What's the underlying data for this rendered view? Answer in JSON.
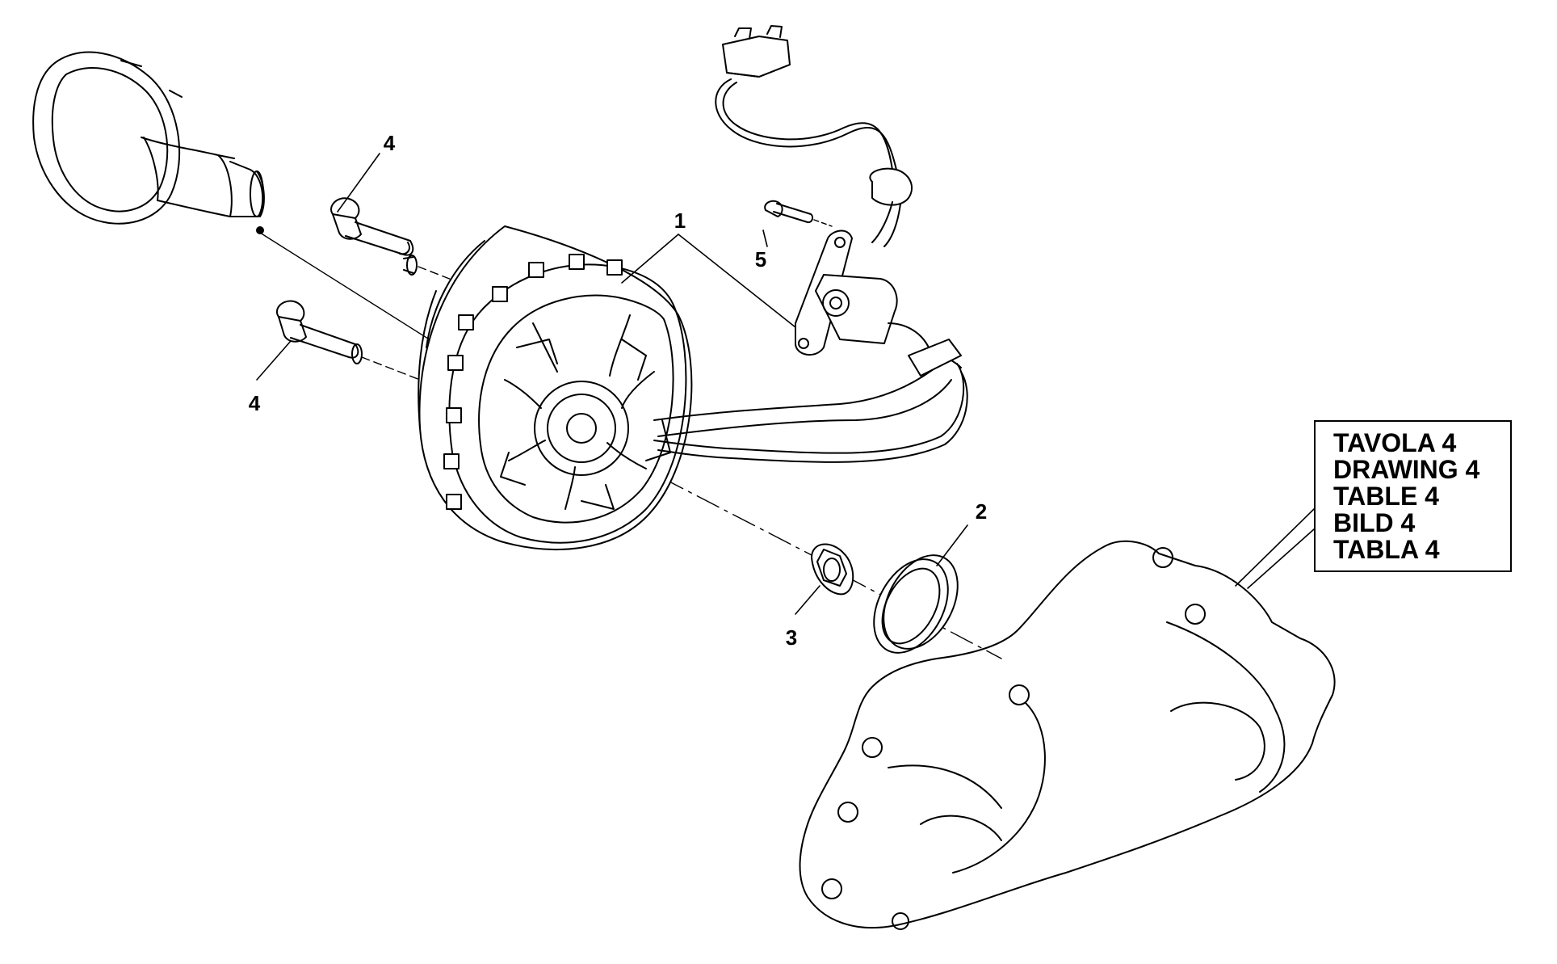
{
  "callouts": {
    "bolt_upper": "4",
    "bolt_lower": "4",
    "stator": "1",
    "screw": "5",
    "seal_ring": "2",
    "nut": "3"
  },
  "reference_box": {
    "lines": [
      "TAVOLA 4",
      "DRAWING 4",
      "TABLE 4",
      "BILD 4",
      "TABLA 4"
    ]
  },
  "colors": {
    "line": "#000000",
    "background": "#ffffff"
  }
}
